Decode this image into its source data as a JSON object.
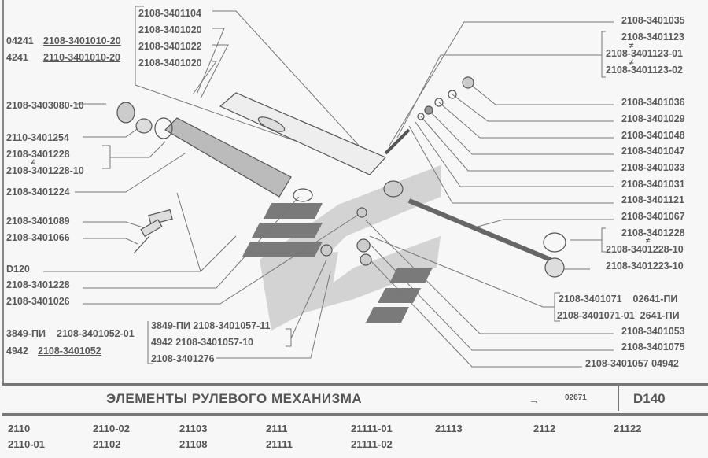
{
  "title": "ЭЛЕМЕНТЫ РУЛЕВОГО МЕХАНИЗМА",
  "reference": {
    "arrow": "→",
    "number": "02671"
  },
  "page_code": "D140",
  "left_labels": {
    "a1": "2108-3401104",
    "a2": "2108-3401020",
    "a3": "2108-3401022",
    "a4": "2108-3401020",
    "kit1_prefix": "04241",
    "kit1_part": "2108-3401010-20",
    "kit2_prefix": "4241",
    "kit2_part": "2110-3401010-20",
    "b1": "2108-3403080-10",
    "b2": "2110-3401254",
    "b3": "2108-3401228",
    "b4": "2108-3401228-10",
    "b5": "2108-3401224",
    "b6": "2108-3401089",
    "b7": "2108-3401066",
    "b8": "D120",
    "b9": "2108-3401228",
    "b10": "2108-3401026",
    "kit3_prefix": "3849-ПИ",
    "kit3_part": "2108-3401052-01",
    "kit4_prefix": "4942",
    "kit4_part": "2108-3401052",
    "c1": "3849-ПИ  2108-3401057-11",
    "c2": "4942   2108-3401057-10",
    "c3": "2108-3401276"
  },
  "not_equal": "≠",
  "right_labels": {
    "r1": "2108-3401035",
    "r2": "2108-3401123",
    "r3": "2108-3401123-01",
    "r4": "2108-3401123-02",
    "r5": "2108-3401036",
    "r6": "2108-3401029",
    "r7": "2108-3401048",
    "r8": "2108-3401047",
    "r9": "2108-3401033",
    "r10": "2108-3401031",
    "r11": "2108-3401121",
    "r12": "2108-3401067",
    "r13": "2108-3401228",
    "r14": "2108-3401228-10",
    "r15": "2108-3401223-10",
    "r16": "2108-3401071    02641-ПИ",
    "r17": "2108-3401071-01  2641-ПИ",
    "r18": "2108-3401053",
    "r19": "2108-3401075",
    "r20": "2108-3401057 04942"
  },
  "models": [
    "2110",
    "2110-01",
    "2110-02",
    "21102",
    "21103",
    "21108",
    "2111",
    "21111",
    "21111-01",
    "21111-02",
    "21113",
    "2112",
    "21122"
  ]
}
